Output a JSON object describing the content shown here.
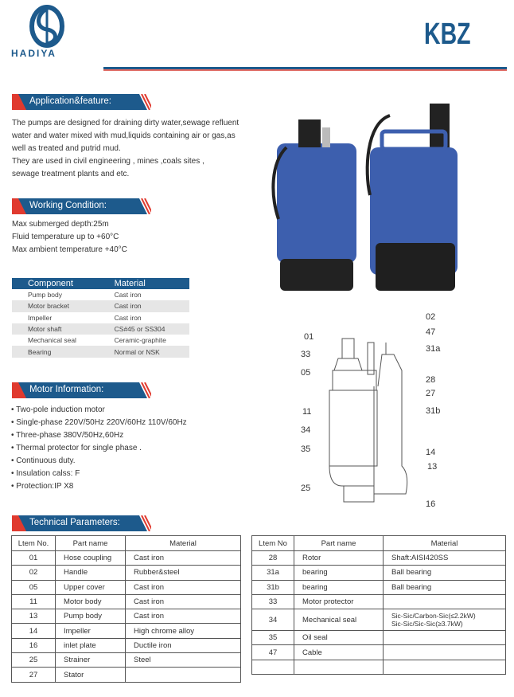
{
  "header": {
    "brand": "HADIYA",
    "model": "KBZ"
  },
  "sections": {
    "application": "Application&feature:",
    "working": "Working Condition:",
    "motor": "Motor Information:",
    "technical": "Technical Parameters:"
  },
  "application_text": [
    "The pumps are designed for draining dirty water,sewage refluent",
    "water and water mixed with mud,liquids containing air or gas,as",
    "well as treated and putrid mud.",
    "They are used in civil engineering , mines ,coals sites ,",
    "sewage treatment plants and etc."
  ],
  "working_text": [
    "Max submerged depth:25m",
    "Fluid temperature up to +60°C",
    "Max ambient temperature +40°C"
  ],
  "component_table": {
    "headers": [
      "Component",
      "Material"
    ],
    "rows": [
      [
        "Pump body",
        "Cast iron"
      ],
      [
        "Motor bracket",
        "Cast iron"
      ],
      [
        "Impeller",
        "Cast iron"
      ],
      [
        "Motor shaft",
        "CS#45 or SS304"
      ],
      [
        "Mechanical seal",
        "Ceramic-graphite"
      ],
      [
        "Bearing",
        "Normal or NSK"
      ]
    ]
  },
  "motor_info": [
    "Two-pole induction motor",
    "Single-phase 220V/50Hz  220V/60Hz  110V/60Hz",
    "Three-phase 380V/50Hz,60Hz",
    "Thermal protector for single phase .",
    "Continuous duty.",
    "Insulation calss: F",
    "Protection:IP X8"
  ],
  "diagram_labels": [
    "02",
    "47",
    "01",
    "31a",
    "33",
    "05",
    "28",
    "27",
    "11",
    "31b",
    "34",
    "35",
    "14",
    "13",
    "25",
    "16"
  ],
  "tech_left": {
    "headers": [
      "Ltem No.",
      "Part name",
      "Material"
    ],
    "rows": [
      [
        "01",
        "Hose coupling",
        "Cast iron"
      ],
      [
        "02",
        "Handle",
        "Rubber&steel"
      ],
      [
        "05",
        "Upper cover",
        "Cast iron"
      ],
      [
        "11",
        "Motor body",
        "Cast iron"
      ],
      [
        "13",
        "Pump body",
        "Cast iron"
      ],
      [
        "14",
        "Impeller",
        "High chrome alloy"
      ],
      [
        "16",
        "inlet plate",
        "Ductile iron"
      ],
      [
        "25",
        "Strainer",
        "Steel"
      ],
      [
        "27",
        "Stator",
        ""
      ]
    ]
  },
  "tech_right": {
    "headers": [
      "Ltem No",
      "Part name",
      "Material"
    ],
    "rows": [
      [
        "28",
        "Rotor",
        "Shaft:AISI420SS"
      ],
      [
        "31a",
        "bearing",
        "Ball bearing"
      ],
      [
        "31b",
        "bearing",
        "Ball bearing"
      ],
      [
        "33",
        "Motor protector",
        ""
      ],
      [
        "34",
        "Mechanical seal",
        "Sic-Sic/Carbon-Sic(≤2.2kW)\nSic-Sic/Sic-Sic(≥3.7kW)"
      ],
      [
        "35",
        "Oil seal",
        ""
      ],
      [
        "47",
        "Cable",
        ""
      ],
      [
        "",
        "",
        ""
      ]
    ]
  },
  "colors": {
    "blue": "#1d5a8c",
    "red": "#e03a2f"
  }
}
